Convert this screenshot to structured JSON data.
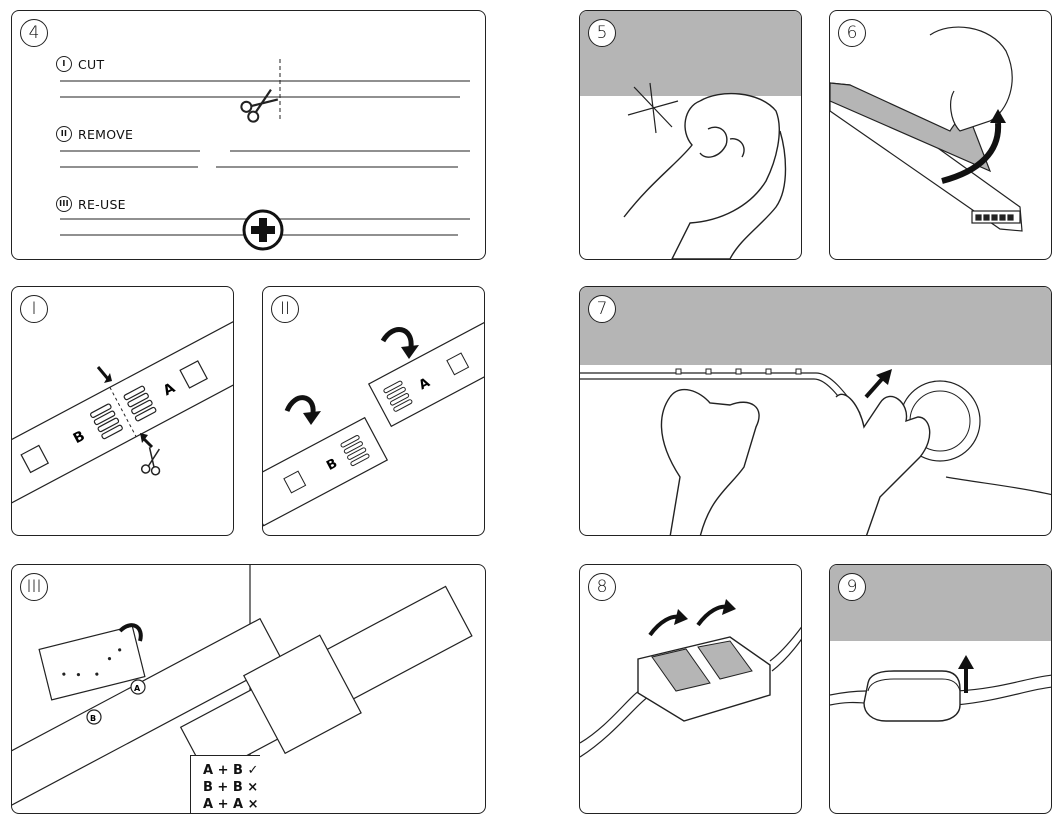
{
  "panels": {
    "p4": {
      "number": "4",
      "steps": [
        {
          "roman": "I",
          "label": "CUT"
        },
        {
          "roman": "II",
          "label": "REMOVE"
        },
        {
          "roman": "III",
          "label": "RE-USE"
        }
      ]
    },
    "p5": {
      "number": "5"
    },
    "p6": {
      "number": "6"
    },
    "pI": {
      "number": "I",
      "marker_a": "A",
      "marker_b": "B"
    },
    "pII": {
      "number": "II",
      "marker_a": "A",
      "marker_b": "B"
    },
    "p7": {
      "number": "7"
    },
    "pIII": {
      "number": "III",
      "connector_a": "A",
      "connector_b": "B",
      "combos": [
        "A + B ✓",
        "B + B ×",
        "A + A ×"
      ]
    },
    "p8": {
      "number": "8"
    },
    "p9": {
      "number": "9"
    }
  },
  "colors": {
    "gray": "#b5b5b5",
    "line": "#222222"
  }
}
